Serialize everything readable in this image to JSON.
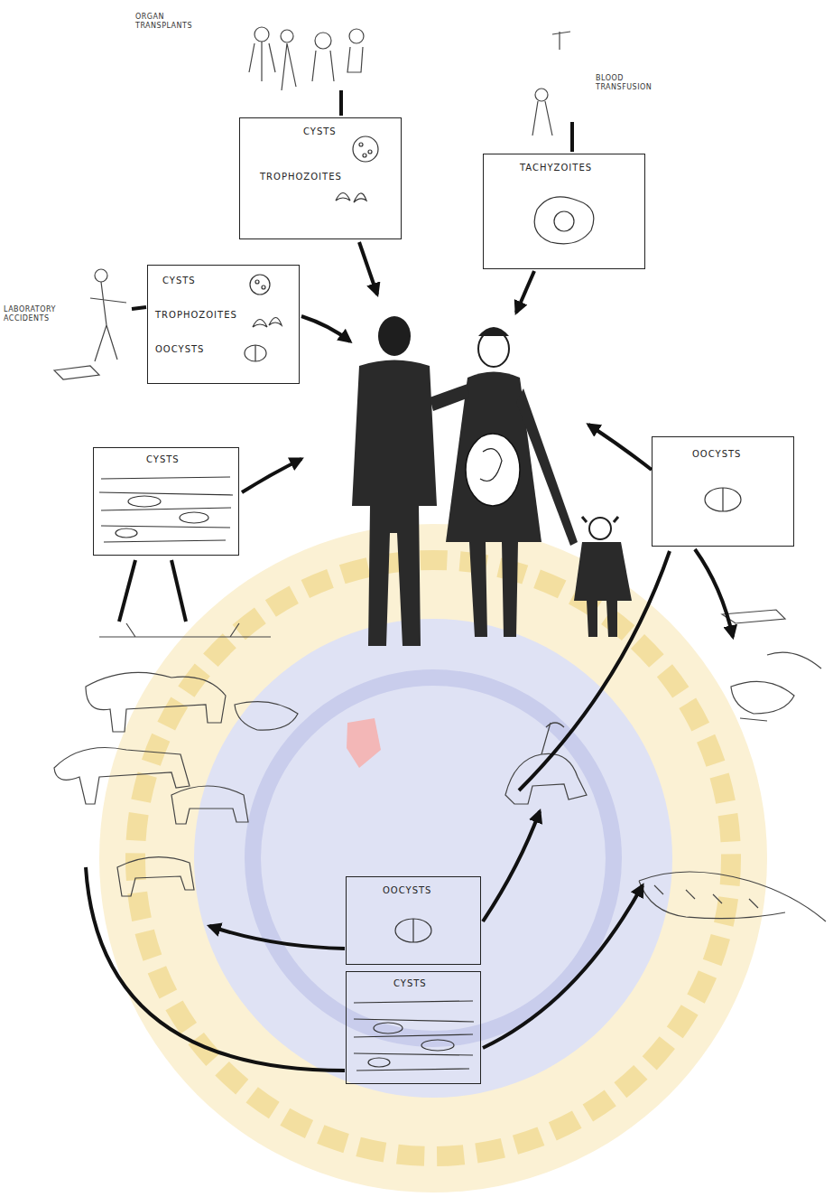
{
  "diagram": {
    "nodes": [
      {
        "text": [
          "CYSTS",
          "TROPHOZOITES"
        ]
      },
      {
        "text": [
          "TACHYZOITES"
        ]
      },
      {
        "text": [
          "CYSTS",
          "TROPHOZOITES",
          "OOCYSTS"
        ]
      },
      {
        "text": [
          "CYSTS"
        ]
      },
      {
        "text": [
          "OOCYSTS"
        ]
      },
      {
        "text": [
          "OOCYSTS"
        ]
      },
      {
        "text": [
          "CYSTS"
        ]
      }
    ],
    "labels": [
      "ORGAN TRANSPLANTS",
      "BLOOD TRANSFUSION",
      "LABORATORY ACCIDENTS"
    ]
  }
}
